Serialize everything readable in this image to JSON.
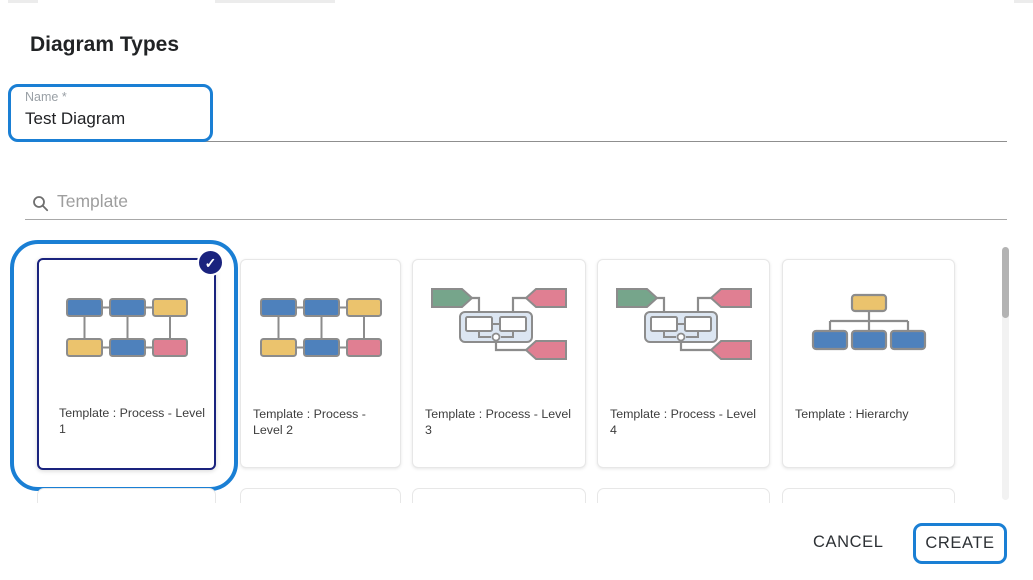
{
  "dialog": {
    "title": "Diagram Types",
    "name_field": {
      "label": "Name *",
      "value": "Test Diagram"
    },
    "template_search": {
      "placeholder": "Template"
    },
    "templates": [
      {
        "label": "Template : Process - Level 1",
        "preview": "process-levels",
        "selected": true
      },
      {
        "label": "Template : Process - Level 2",
        "preview": "process-levels",
        "selected": false
      },
      {
        "label": "Template : Process - Level 3",
        "preview": "process-collaboration",
        "selected": false
      },
      {
        "label": "Template : Process - Level 4",
        "preview": "process-collaboration",
        "selected": false
      },
      {
        "label": "Template : Hierarchy",
        "preview": "hierarchy",
        "selected": false
      }
    ],
    "selected_template_index": 0,
    "actions": {
      "cancel": "CANCEL",
      "create": "CREATE"
    },
    "check_glyph": "✓"
  },
  "colors": {
    "annotation_blue": "#1a7fd4",
    "selected_navy": "#1a237e",
    "shape_blue": "#4e81bc",
    "shape_tan": "#ebc36d",
    "shape_pink": "#e07f92",
    "shape_green": "#76a58b",
    "container_light_blue": "#dce6f2",
    "shape_stroke": "#8c8c8c"
  }
}
